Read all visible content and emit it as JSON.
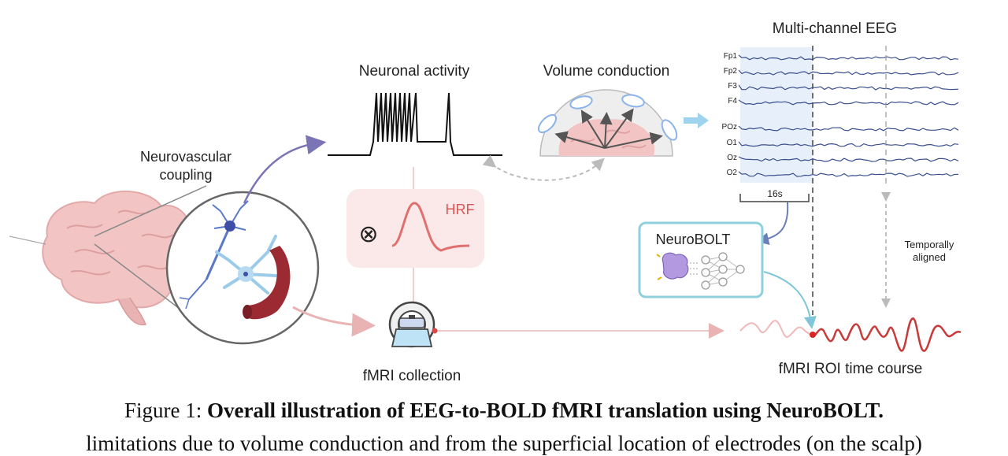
{
  "labels": {
    "neurovascular_line1": "Neurovascular",
    "neurovascular_line2": "coupling",
    "neuronal_activity": "Neuronal activity",
    "volume_conduction": "Volume conduction",
    "multichannel_eeg": "Multi-channel EEG",
    "hrf": "HRF",
    "fmri_collection": "fMRI collection",
    "neurobolt": "NeuroBOLT",
    "temporally_line1": "Temporally",
    "temporally_line2": "aligned",
    "roi_time_course": "fMRI ROI time course",
    "window": "16s",
    "convolution_symbol": "⊗"
  },
  "eeg_channels": [
    "Fp1",
    "Fp2",
    "F3",
    "F4",
    "POz",
    "O1",
    "Oz",
    "O2"
  ],
  "caption": {
    "prefix": "Figure 1: ",
    "title": "Overall illustration of EEG-to-BOLD fMRI translation using NeuroBOLT."
  },
  "body_text": "limitations due to volume conduction and from the superficial location of electrodes (on the scalp)",
  "colors": {
    "eeg_trace": "#3b4f8f",
    "hrf": "#e07070",
    "neurobolt_border": "#8fd0dc",
    "arrow_purple": "#7b74b5",
    "arrow_blue": "#9fd4ef",
    "brain": "#f2c4c4",
    "vessel": "#9b2a33"
  },
  "icons": [
    "brain-icon",
    "neuron-icon",
    "blood-vessel-icon",
    "mri-scanner-icon",
    "neural-network-icon",
    "scalp-electrodes-icon"
  ]
}
